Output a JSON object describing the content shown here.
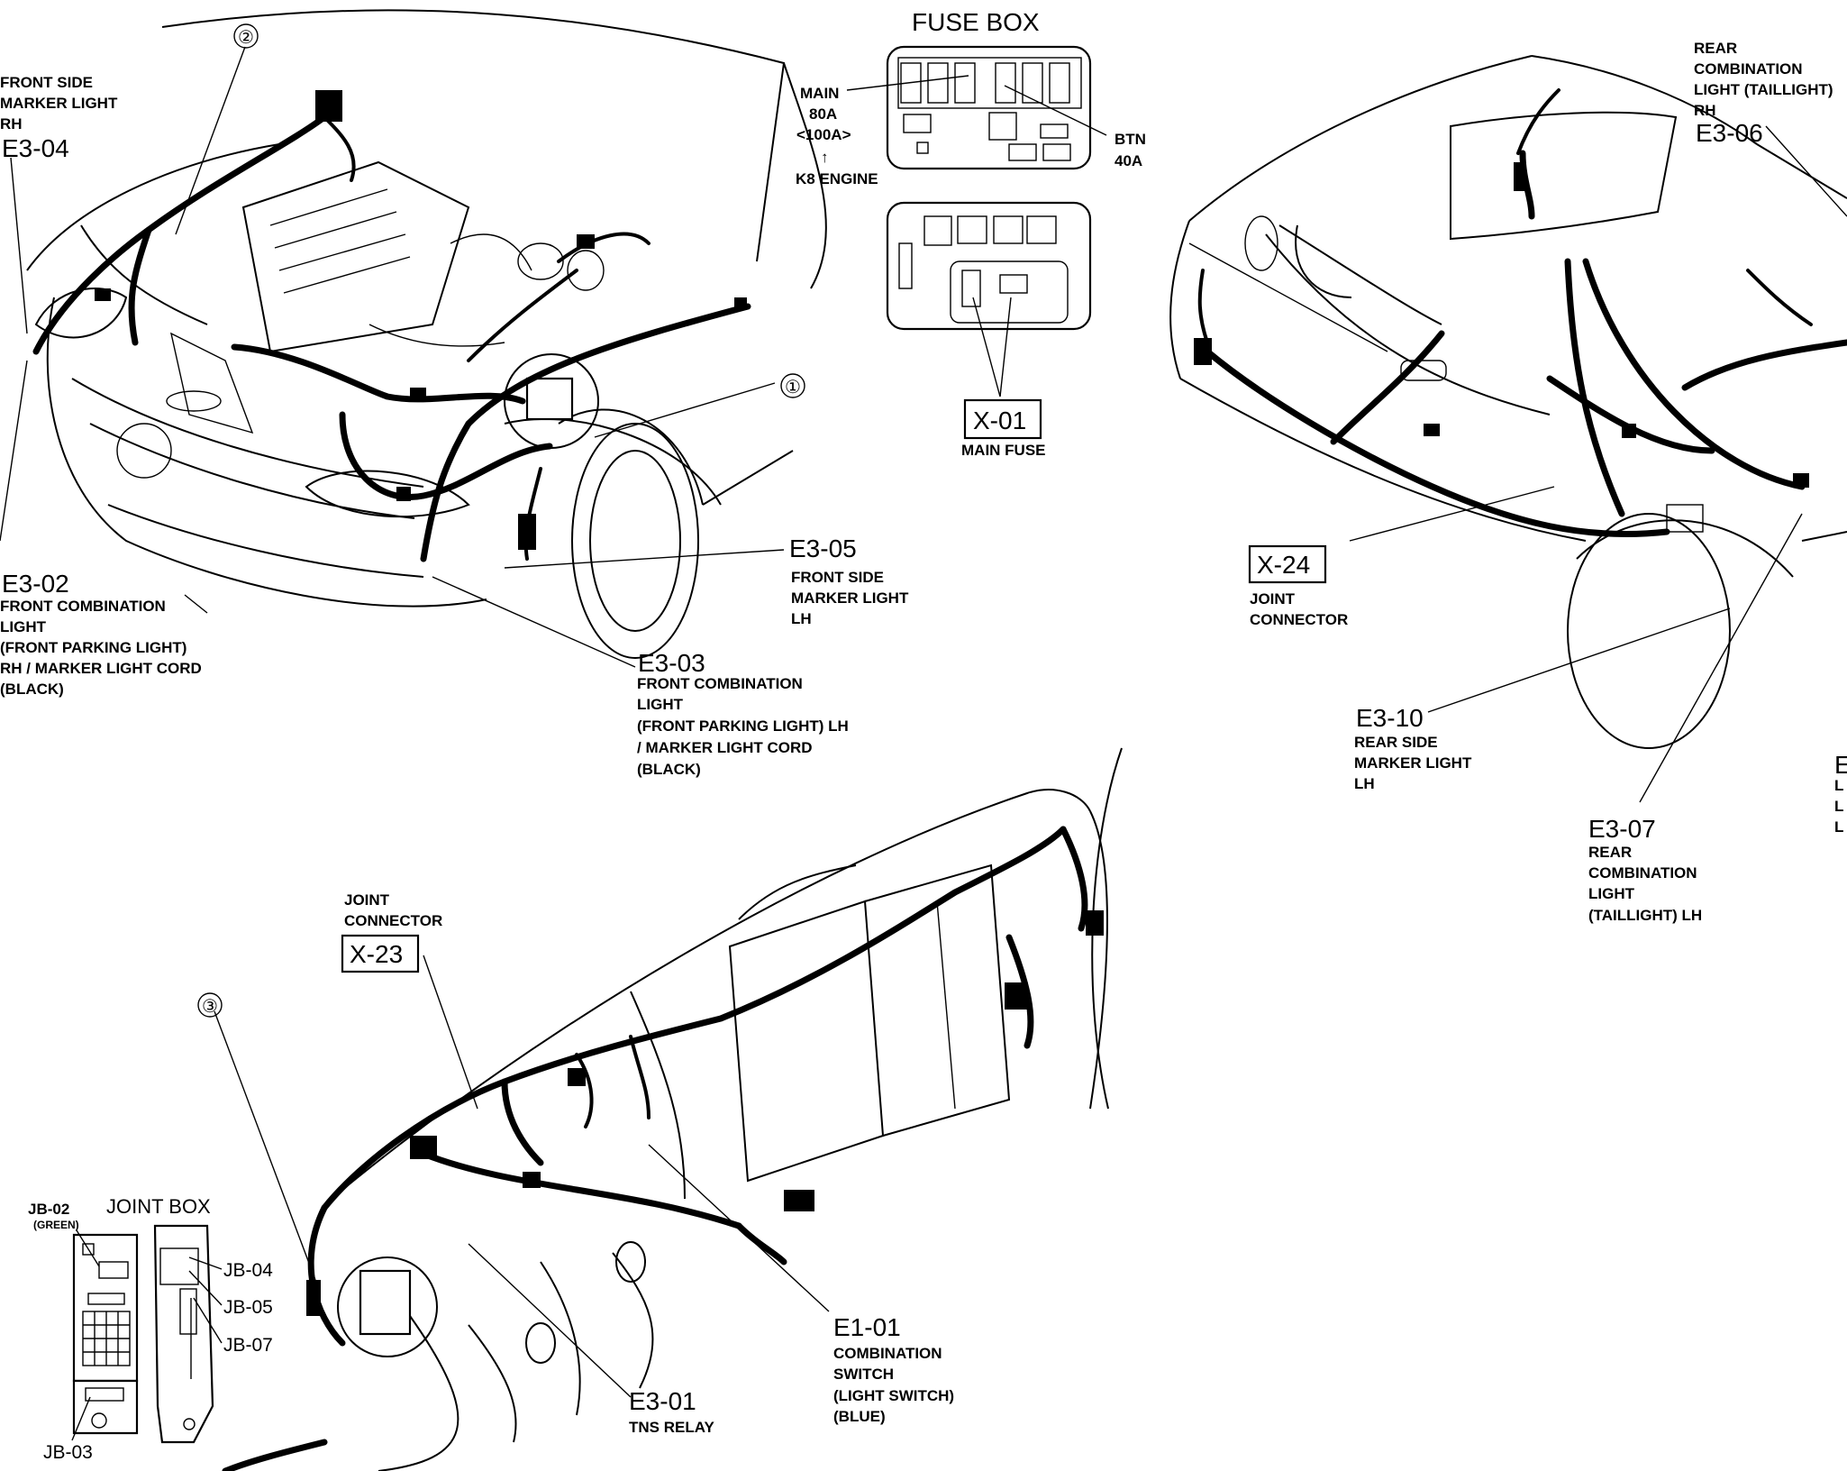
{
  "fuse_box": {
    "title": "FUSE BOX",
    "main_label": "MAIN",
    "main_rating": "80A",
    "main_alt_rating": "<100A>",
    "arrow": "↑",
    "engine_note": "K8 ENGINE",
    "btn_label": "BTN",
    "btn_rating": "40A",
    "code": "X-01",
    "code_desc": "MAIN FUSE"
  },
  "front_labels": {
    "e3_04": {
      "code": "E3-04",
      "lines": [
        "FRONT SIDE",
        "MARKER LIGHT",
        "RH"
      ]
    },
    "e3_02": {
      "code": "E3-02",
      "lines": [
        "FRONT COMBINATION",
        "LIGHT",
        "(FRONT PARKING LIGHT)",
        "RH / MARKER LIGHT CORD",
        "(BLACK)"
      ]
    },
    "e3_05": {
      "code": "E3-05",
      "lines": [
        "FRONT SIDE",
        "MARKER LIGHT",
        "LH"
      ]
    },
    "e3_03": {
      "code": "E3-03",
      "lines": [
        "FRONT COMBINATION",
        "LIGHT",
        "(FRONT PARKING LIGHT) LH",
        "/ MARKER LIGHT CORD",
        "(BLACK)"
      ]
    },
    "callout_1": "①",
    "callout_2": "②"
  },
  "rear_labels": {
    "e3_06": {
      "code": "E3-06",
      "lines": [
        "REAR",
        "COMBINATION",
        "LIGHT (TAILLIGHT)",
        "RH"
      ]
    },
    "x_24": {
      "code": "X-24",
      "lines": [
        "JOINT",
        "CONNECTOR"
      ]
    },
    "e3_10": {
      "code": "E3-10",
      "lines": [
        "REAR SIDE",
        "MARKER LIGHT",
        "LH"
      ]
    },
    "e3_07": {
      "code": "E3-07",
      "lines": [
        "REAR",
        "COMBINATION",
        "LIGHT",
        "(TAILLIGHT) LH"
      ]
    },
    "cut_letters": [
      "E",
      "L",
      "L",
      "L"
    ]
  },
  "dash_labels": {
    "x_23": {
      "code": "X-23",
      "lines": [
        "JOINT",
        "CONNECTOR"
      ]
    },
    "callout_3": "③",
    "joint_box": "JOINT BOX",
    "jb_02": "JB-02",
    "jb_02_color": "(GREEN)",
    "jb_03": "JB-03",
    "jb_04": "JB-04",
    "jb_05": "JB-05",
    "jb_07": "JB-07",
    "e1_01": {
      "code": "E1-01",
      "lines": [
        "COMBINATION",
        "SWITCH",
        "(LIGHT SWITCH)",
        "(BLUE)"
      ]
    },
    "e3_01": {
      "code": "E3-01",
      "lines": [
        "TNS RELAY"
      ]
    }
  }
}
